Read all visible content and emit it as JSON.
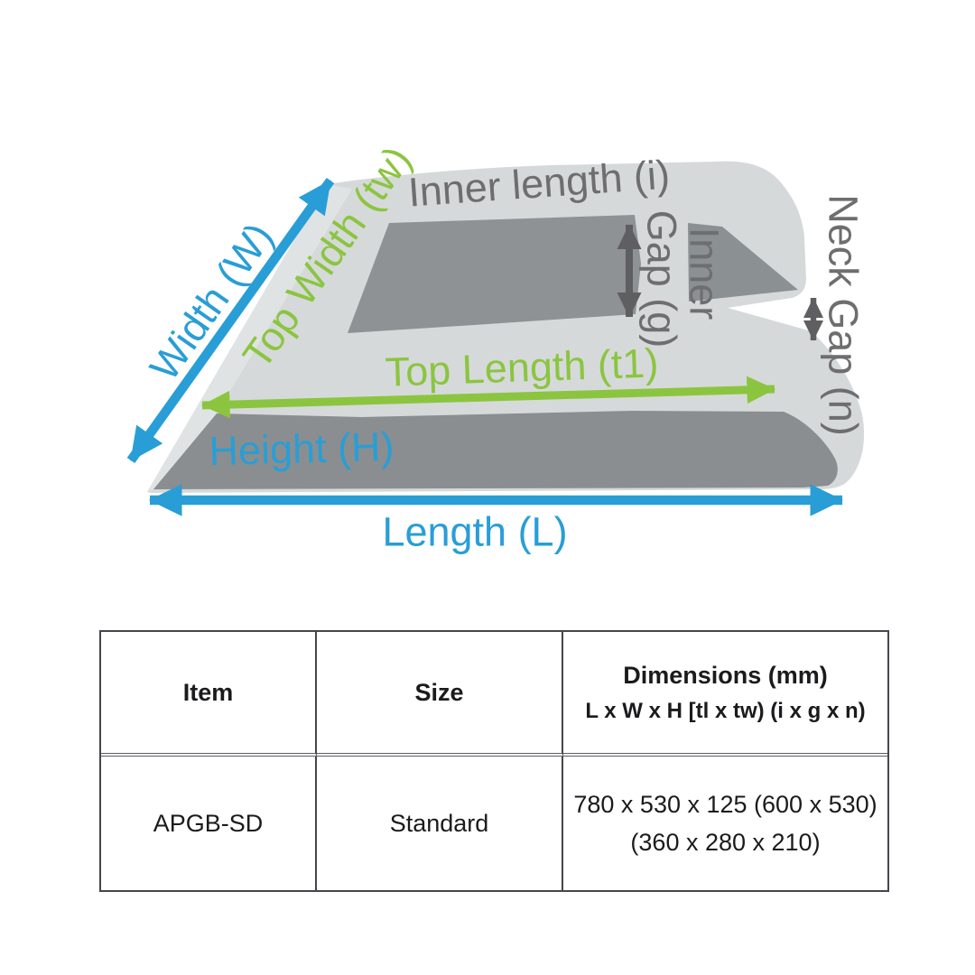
{
  "diagram": {
    "labels": {
      "width": "Width (W)",
      "top_width": "Top Width (tw)",
      "inner_length": "Inner length (i)",
      "inner_gap_line1": "Inner",
      "inner_gap_line2": "Gap (g)",
      "neck_gap": "Neck Gap (n)",
      "top_length": "Top Length (t1)",
      "height": "Height (H)",
      "length": "Length (L)"
    },
    "colors": {
      "blue_accent": "#299ED6",
      "green_accent": "#8BC540",
      "gray_accent": "#6E6E70",
      "product_light_gray": "#D6D9DA",
      "product_dark_gray": "#8A8E90"
    }
  },
  "table": {
    "header": {
      "item": "Item",
      "size": "Size",
      "dimensions_line1": "Dimensions (mm)",
      "dimensions_line2": "L x W x H [tl x tw) (i x g x n)"
    },
    "row": {
      "item": "APGB-SD",
      "size": "Standard",
      "dimensions_line1": "780 x 530 x 125 (600 x 530)",
      "dimensions_line2": "(360 x 280 x 210)"
    }
  }
}
